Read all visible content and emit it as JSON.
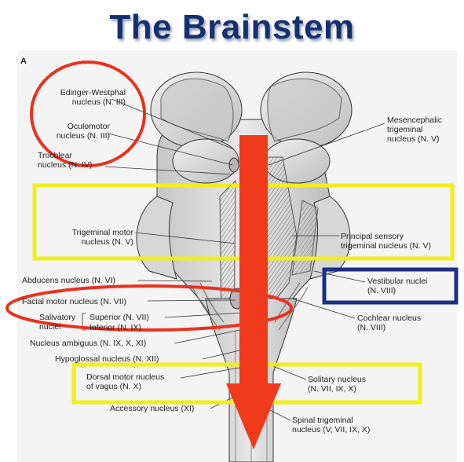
{
  "title": "The Brainstem",
  "panel_letter": "A",
  "labels": {
    "edinger_westphal": [
      "Edinger-Westphal",
      "nucleus (N. III)"
    ],
    "oculomotor": [
      "Oculomotor",
      "nucleus (N. III)"
    ],
    "trochlear": [
      "Trochlear",
      "nucleus (N. IV)"
    ],
    "mesencephalic": [
      "Mesencephalic",
      "trigeminal",
      "nucleus (N. V)"
    ],
    "trigeminal_motor": [
      "Trigeminal motor",
      "nucleus (N. V)"
    ],
    "principal_sensory": [
      "Principal sensory",
      "trigeminal nucleus (N. V)"
    ],
    "abducens": "Abducens nucleus (N. VI)",
    "vestibular": [
      "Vestibular nuclei",
      "(N. VIII)"
    ],
    "facial_motor": "Facial motor nucleus (N. VII)",
    "salivatory": [
      "Salivatory",
      "nuclei"
    ],
    "superior": "Superior (N. VII)",
    "inferior": "Inferior (N. IX)",
    "cochlear": [
      "Cochlear nucleus",
      "(N. VIII)"
    ],
    "ambiguus": "Nucleus ambiguus (N. IX, X, XI)",
    "hypoglossal": "Hypoglossal nucleus (N. XII)",
    "dorsal_motor": [
      "Dorsal motor nucleus",
      "of vagus (N. X)"
    ],
    "solitary": [
      "Solitary nucleus",
      "(N. VII, IX, X)"
    ],
    "accessory": "Accessory nucleus (XI)",
    "spinal_trigeminal": [
      "Spinal trigeminal",
      "nucleus (V, VII, IX, X)"
    ]
  },
  "colors": {
    "title": "#16306e",
    "arrow": "#ef3a1c",
    "red_outline": "#e8321e",
    "yellow_box": "#f2ee1c",
    "blue_box": "#1c2f86"
  }
}
